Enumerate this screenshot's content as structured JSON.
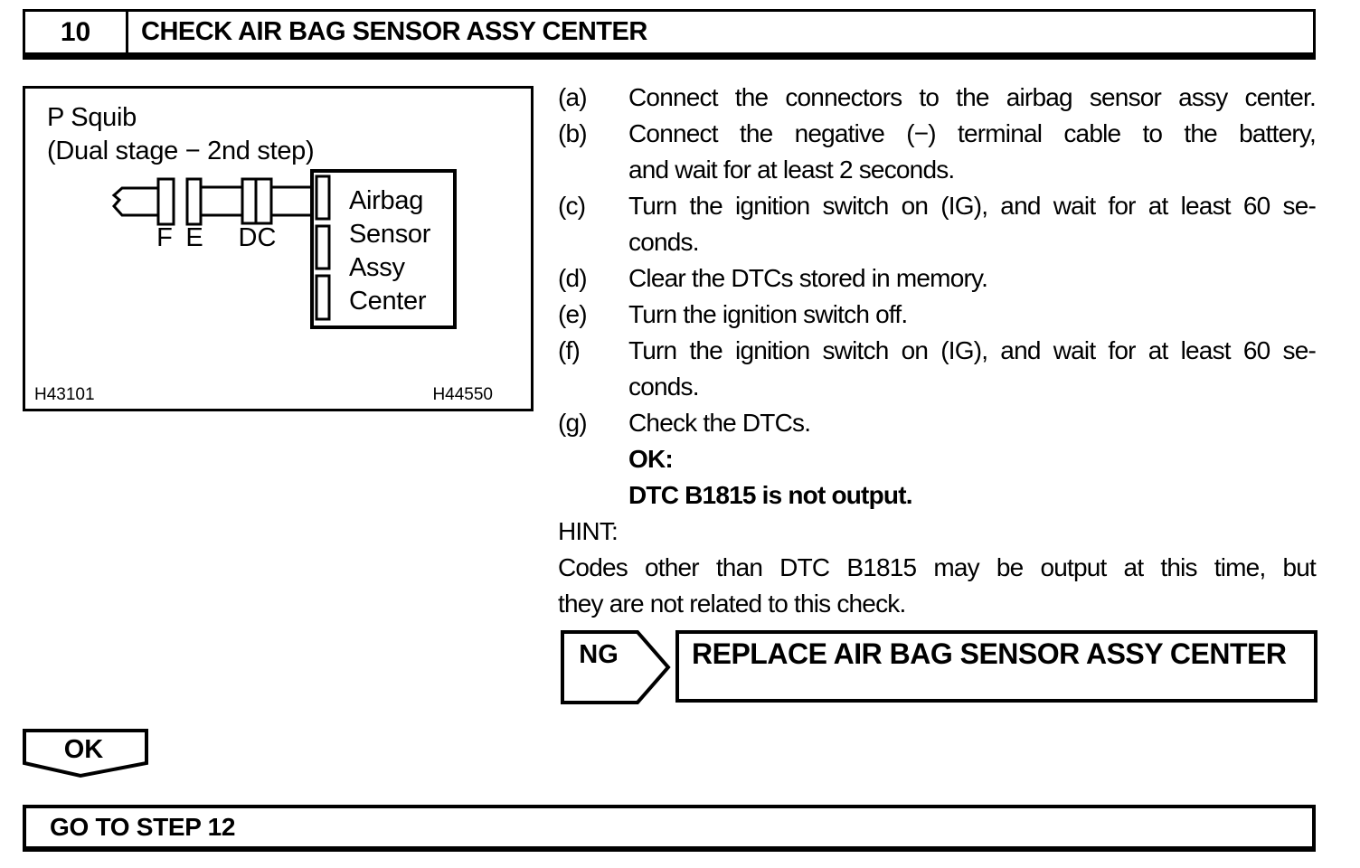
{
  "colors": {
    "ink": "#000000",
    "paper": "#ffffff"
  },
  "header": {
    "step_number": "10",
    "title": "CHECK AIR BAG SENSOR ASSY CENTER"
  },
  "figure": {
    "caption_line1": "P Squib",
    "caption_line2": "(Dual stage − 2nd step)",
    "label_f": "F",
    "label_e": "E",
    "label_dc": "DC",
    "box_line1": "Airbag",
    "box_line2": "Sensor",
    "box_line3": "Assy",
    "box_line4": "Center",
    "code_left": "H43101",
    "code_right": "H44550"
  },
  "instructions": {
    "a": {
      "letter": "(a)",
      "line1": "Connect the connectors to the airbag sensor assy center."
    },
    "b": {
      "letter": "(b)",
      "line1": "Connect the negative (−) terminal cable to the battery,",
      "line2": "and wait for at least 2 seconds."
    },
    "c": {
      "letter": "(c)",
      "line1": "Turn the ignition switch on (IG), and wait for at least 60 se-",
      "line2": "conds."
    },
    "d": {
      "letter": "(d)",
      "line1": "Clear the DTCs stored in memory."
    },
    "e": {
      "letter": "(e)",
      "line1": "Turn the ignition switch off."
    },
    "f": {
      "letter": "(f)",
      "line1": "Turn the ignition switch on (IG), and wait for at least 60 se-",
      "line2": "conds."
    },
    "g": {
      "letter": "(g)",
      "line1": "Check the DTCs."
    },
    "ok_label": "OK:",
    "ok_result": "DTC B1815 is not output."
  },
  "hint": {
    "label": "HINT:",
    "line1": "Codes other than DTC B1815 may be output at this time, but",
    "line2": "they are not related to this check."
  },
  "ng": {
    "label": "NG",
    "action": "REPLACE AIR BAG SENSOR ASSY CENTER"
  },
  "ok_arrow": {
    "label": "OK"
  },
  "footer": {
    "action": "GO TO STEP 12"
  }
}
